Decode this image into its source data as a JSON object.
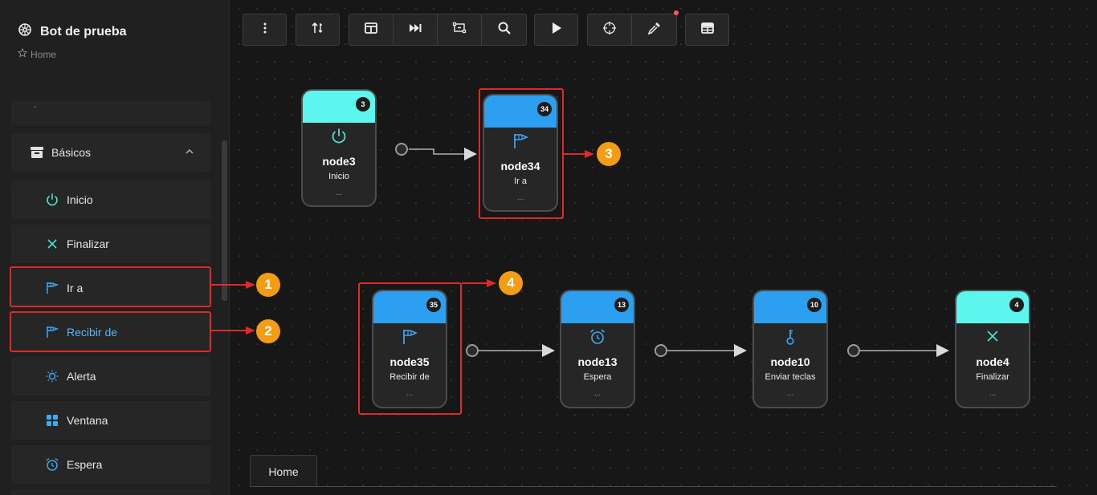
{
  "app": {
    "title": "Bot de prueba",
    "breadcrumb": "Home"
  },
  "sidebar": {
    "stub_label": "-",
    "group": {
      "label": "Básicos",
      "icon": "archive-icon"
    },
    "items": [
      {
        "label": "Inicio",
        "icon": "power-icon",
        "color": "#4fe0d2"
      },
      {
        "label": "Finalizar",
        "icon": "close-icon",
        "color": "#4fe0d2"
      },
      {
        "label": "Ir a",
        "icon": "flag-icon",
        "color": "#3fa9f5"
      },
      {
        "label": "Recibir de",
        "icon": "flag-icon",
        "color": "#3fa9f5"
      },
      {
        "label": "Alerta",
        "icon": "sun-icon",
        "color": "#3fa9f5"
      },
      {
        "label": "Ventana",
        "icon": "grid-icon",
        "color": "#3fa9f5"
      },
      {
        "label": "Espera",
        "icon": "alarm-icon",
        "color": "#3fa9f5"
      }
    ]
  },
  "toolbar": {
    "buttons": [
      "more-vert-icon",
      "sort-icon",
      "layout-icon",
      "skip-forward-icon",
      "transform-icon",
      "search-icon",
      "play-icon",
      "crosshair-icon",
      "eyedropper-icon",
      "table-icon"
    ]
  },
  "nodes": [
    {
      "id": "node3",
      "title": "node3",
      "subtitle": "Inicio",
      "badge": "3",
      "dots": "...",
      "head_color": "#5cf6ee",
      "icon": "power-icon",
      "icon_color": "#4fe0d2"
    },
    {
      "id": "node34",
      "title": "node34",
      "subtitle": "Ir a",
      "badge": "34",
      "dots": "...",
      "head_color": "#2d9ff0",
      "icon": "flag-icon",
      "icon_color": "#3fa9f5"
    },
    {
      "id": "node35",
      "title": "node35",
      "subtitle": "Recibir de",
      "badge": "35",
      "dots": "...",
      "head_color": "#2d9ff0",
      "icon": "flag-icon",
      "icon_color": "#3fa9f5"
    },
    {
      "id": "node13",
      "title": "node13",
      "subtitle": "Espera",
      "badge": "13",
      "dots": "...",
      "head_color": "#2d9ff0",
      "icon": "alarm-icon",
      "icon_color": "#3fa9f5"
    },
    {
      "id": "node10",
      "title": "node10",
      "subtitle": "Enviar teclas",
      "badge": "10",
      "dots": "...",
      "head_color": "#2d9ff0",
      "icon": "key-icon",
      "icon_color": "#3fa9f5"
    },
    {
      "id": "node4",
      "title": "node4",
      "subtitle": "Finalizar",
      "badge": "4",
      "dots": "...",
      "head_color": "#5cf6ee",
      "icon": "close-icon",
      "icon_color": "#4fe0d2"
    }
  ],
  "markers": [
    "1",
    "2",
    "3",
    "4"
  ],
  "tabs": [
    {
      "label": "Home"
    }
  ],
  "colors": {
    "highlight": "#e02a2a",
    "marker": "#f29d13"
  }
}
